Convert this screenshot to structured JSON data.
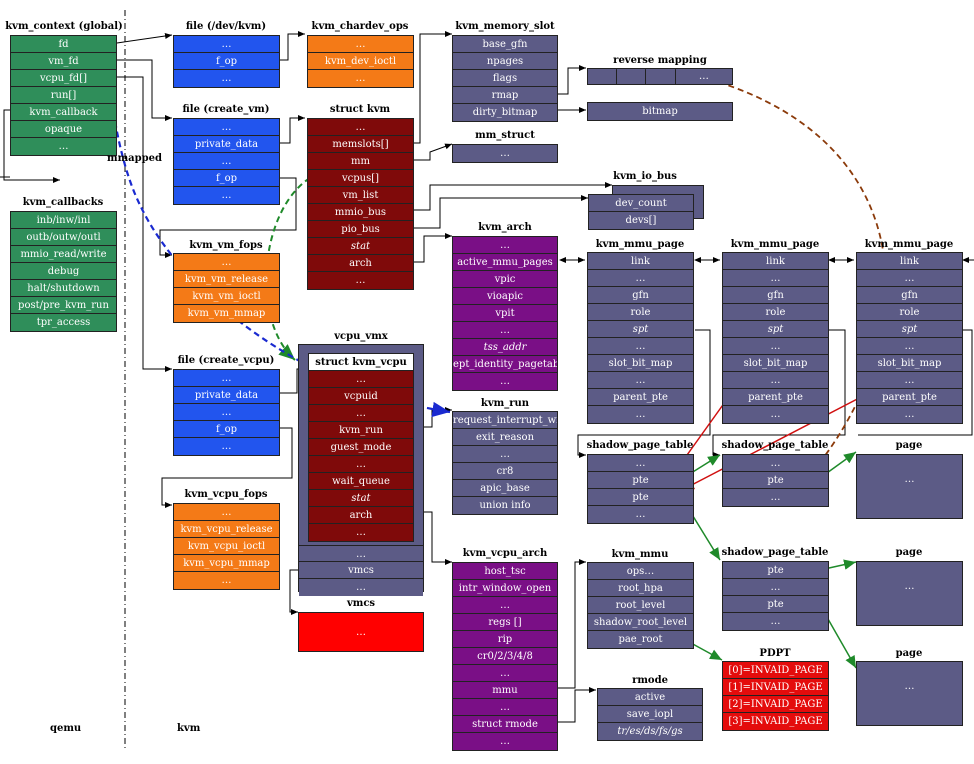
{
  "labels": {
    "qemu": "qemu",
    "kvm": "kvm",
    "mmapped": "mmapped"
  },
  "kvm_context": {
    "title": "kvm_context (global)",
    "rows": [
      "fd",
      "vm_fd",
      "vcpu_fd[]",
      "run[]",
      "kvm_callback",
      "opaque",
      "…"
    ]
  },
  "kvm_callbacks": {
    "title": "kvm_callbacks",
    "rows": [
      "inb/inw/inl",
      "outb/outw/outl",
      "mmio_read/write",
      "debug",
      "halt/shutdown",
      "post/pre_kvm_run",
      "tpr_access"
    ]
  },
  "file_dev_kvm": {
    "title": "file (/dev/kvm)",
    "rows": [
      "…",
      "f_op",
      "…"
    ]
  },
  "file_create_vm": {
    "title": "file (create_vm)",
    "rows": [
      "…",
      "private_data",
      "…",
      "f_op",
      "…"
    ]
  },
  "kvm_vm_fops": {
    "title": "kvm_vm_fops",
    "rows": [
      "…",
      "kvm_vm_release",
      "kvm_vm_ioctl",
      "kvm_vm_mmap"
    ]
  },
  "file_create_vcpu": {
    "title": "file (create_vcpu)",
    "rows": [
      "…",
      "private_data",
      "…",
      "f_op",
      "…"
    ]
  },
  "kvm_vcpu_fops": {
    "title": "kvm_vcpu_fops",
    "rows": [
      "…",
      "kvm_vcpu_release",
      "kvm_vcpu_ioctl",
      "kvm_vcpu_mmap",
      "…"
    ]
  },
  "kvm_chardev_ops": {
    "title": "kvm_chardev_ops",
    "rows": [
      "…",
      "kvm_dev_ioctl",
      "…"
    ]
  },
  "struct_kvm": {
    "title": "struct kvm",
    "rows": [
      "…",
      "memslots[]",
      "mm",
      "vcpus[]",
      "vm_list",
      "mmio_bus",
      "pio_bus",
      "stat",
      "arch",
      "…"
    ]
  },
  "vcpu_vmx": {
    "title": "vcpu_vmx",
    "inner_title": "struct kvm_vcpu",
    "inner_rows": [
      "…",
      "vcpuid",
      "…",
      "kvm_run",
      "guest_mode",
      "…",
      "wait_queue",
      "stat",
      "arch",
      "…"
    ],
    "rows": [
      "…",
      "vmcs",
      "…"
    ]
  },
  "vmcs": {
    "title": "vmcs",
    "rows": [
      "…"
    ]
  },
  "kvm_memory_slot": {
    "title": "kvm_memory_slot",
    "rows": [
      "base_gfn",
      "npages",
      "flags",
      "rmap",
      "dirty_bitmap"
    ]
  },
  "mm_struct": {
    "title": "mm_struct",
    "rows": [
      "…"
    ]
  },
  "kvm_io_bus": {
    "title": "kvm_io_bus",
    "rows": [
      "dev_count",
      "devs[]"
    ]
  },
  "reverse_mapping": {
    "title": "reverse mapping",
    "cells": [
      "",
      "",
      "",
      "…"
    ]
  },
  "bitmap": {
    "rows": [
      "bitmap"
    ]
  },
  "kvm_arch": {
    "title": "kvm_arch",
    "rows": [
      "…",
      "active_mmu_pages",
      "vpic",
      "vioapic",
      "vpit",
      "…",
      "tss_addr",
      "ept_identity_pagetable",
      "…"
    ]
  },
  "kvm_run": {
    "title": "kvm_run",
    "rows": [
      "request_interrupt_window",
      "exit_reason",
      "…",
      "cr8",
      "apic_base",
      "union info"
    ]
  },
  "kvm_vcpu_arch": {
    "title": "kvm_vcpu_arch",
    "rows": [
      "host_tsc",
      "intr_window_open",
      "…",
      "regs []",
      "rip",
      "cr0/2/3/4/8",
      "…",
      "mmu",
      "…",
      "struct rmode",
      "…"
    ]
  },
  "kvm_mmu_page_1": {
    "title": "kvm_mmu_page",
    "rows": [
      "link",
      "…",
      "gfn",
      "role",
      "spt",
      "…",
      "slot_bit_map",
      "…",
      "parent_pte",
      "…"
    ]
  },
  "kvm_mmu_page_2": {
    "title": "kvm_mmu_page",
    "rows": [
      "link",
      "…",
      "gfn",
      "role",
      "spt",
      "…",
      "slot_bit_map",
      "…",
      "parent_pte",
      "…"
    ]
  },
  "kvm_mmu_page_3": {
    "title": "kvm_mmu_page",
    "rows": [
      "link",
      "…",
      "gfn",
      "role",
      "spt",
      "…",
      "slot_bit_map",
      "…",
      "parent_pte",
      "…"
    ]
  },
  "shadow_page_table_1": {
    "title": "shadow_page_table",
    "rows": [
      "…",
      "pte",
      "pte",
      "…"
    ]
  },
  "shadow_page_table_2": {
    "title": "shadow_page_table",
    "rows": [
      "…",
      "pte",
      "…"
    ]
  },
  "shadow_page_table_3": {
    "title": "shadow_page_table",
    "rows": [
      "pte",
      "…",
      "pte",
      "…"
    ]
  },
  "page_1": {
    "title": "page",
    "rows": [
      "…"
    ]
  },
  "page_2": {
    "title": "page",
    "rows": [
      "…"
    ]
  },
  "page_3": {
    "title": "page",
    "rows": [
      "…"
    ]
  },
  "kvm_mmu": {
    "title": "kvm_mmu",
    "rows": [
      "ops…",
      "root_hpa",
      "root_level",
      "shadow_root_level",
      "pae_root"
    ]
  },
  "pdpt": {
    "title": "PDPT",
    "rows": [
      "[0]=INVAID_PAGE",
      "[1]=INVAID_PAGE",
      "[2]=INVAID_PAGE",
      "[3]=INVAID_PAGE"
    ]
  },
  "rmode": {
    "title": "rmode",
    "rows": [
      "active",
      "save_iopl",
      "tr/es/ds/fs/gs"
    ]
  },
  "colors": {
    "green": "#2f8e5a",
    "blue": "#2255ee",
    "orange": "#f47a17",
    "maroon": "#7f0a0a",
    "slate": "#5c5b86",
    "purple": "#7a0f86",
    "red": "#e40c0c"
  }
}
